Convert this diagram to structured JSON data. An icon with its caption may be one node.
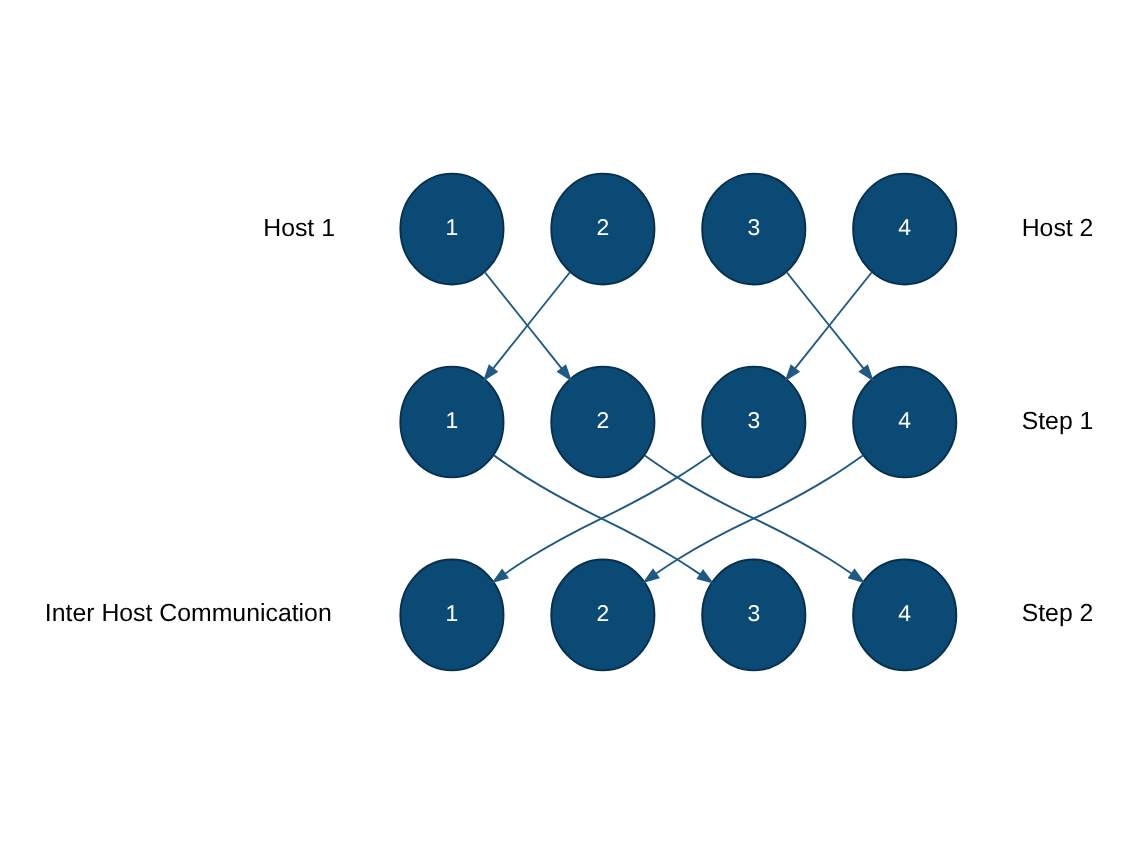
{
  "diagram": {
    "nodes": [
      {
        "text": [
          "1"
        ]
      },
      {
        "text": [
          "2"
        ]
      },
      {
        "text": [
          "3"
        ]
      },
      {
        "text": [
          "4"
        ]
      },
      {
        "text": [
          "1"
        ]
      },
      {
        "text": [
          "2"
        ]
      },
      {
        "text": [
          "3"
        ]
      },
      {
        "text": [
          "4"
        ]
      },
      {
        "text": [
          "1"
        ]
      },
      {
        "text": [
          "2"
        ]
      },
      {
        "text": [
          "3"
        ]
      },
      {
        "text": [
          "4"
        ]
      }
    ],
    "edges": [
      {
        "from": 0,
        "to": 5,
        "arrow": "to"
      },
      {
        "from": 1,
        "to": 4,
        "arrow": "to"
      },
      {
        "from": 2,
        "to": 7,
        "arrow": "to"
      },
      {
        "from": 3,
        "to": 6,
        "arrow": "to"
      },
      {
        "from": 4,
        "to": 10,
        "arrow": "to"
      },
      {
        "from": 5,
        "to": 11,
        "arrow": "to"
      },
      {
        "from": 6,
        "to": 8,
        "arrow": "to"
      },
      {
        "from": 7,
        "to": 9,
        "arrow": "to"
      }
    ],
    "labels": [
      "Host 1",
      "Host 2",
      "Step 1",
      "Inter Host Communication",
      "Step 2"
    ]
  }
}
